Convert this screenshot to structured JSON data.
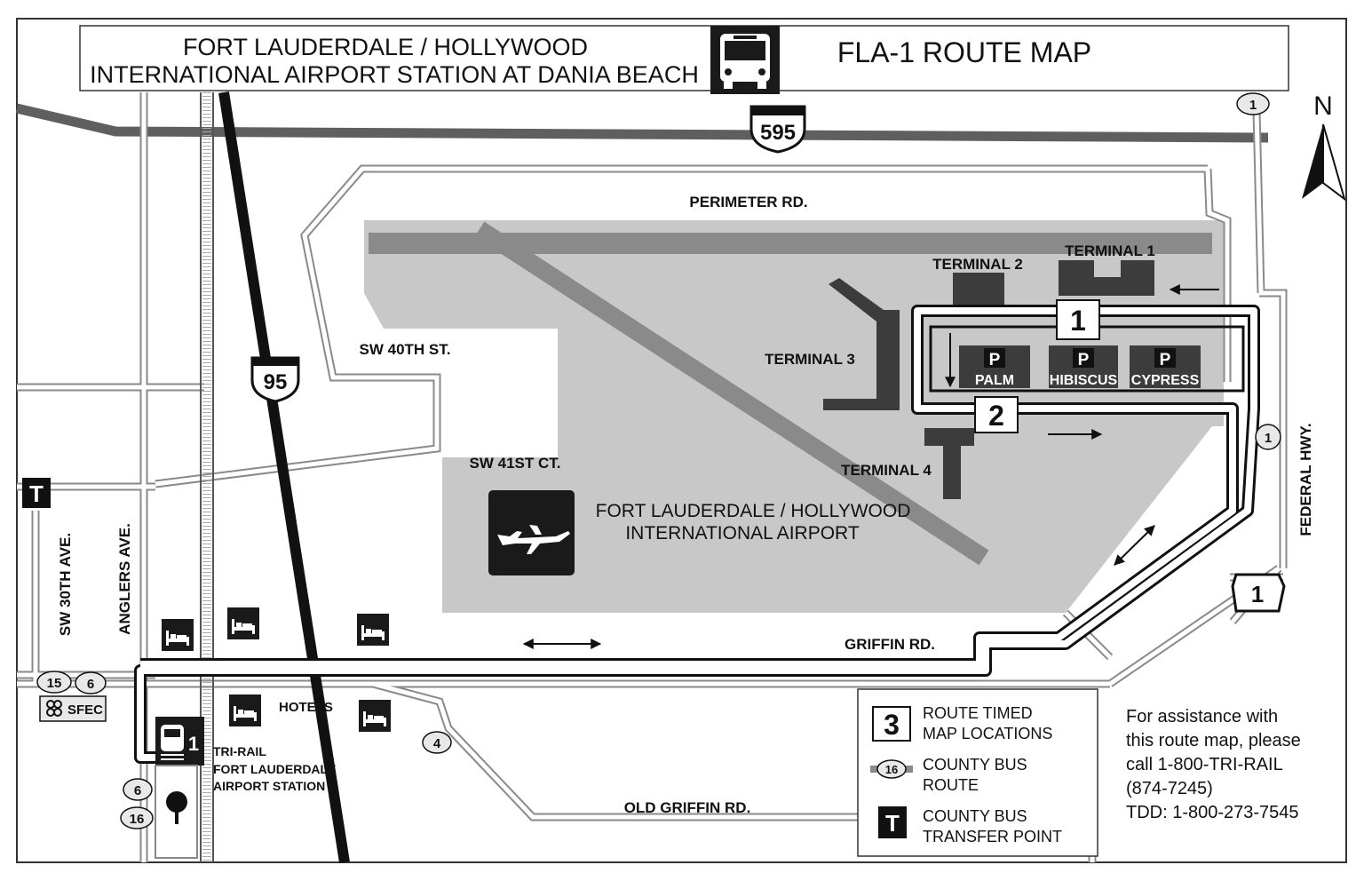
{
  "header": {
    "station_line1": "FORT LAUDERDALE / HOLLYWOOD",
    "station_line2": "INTERNATIONAL AIRPORT STATION AT DANIA BEACH",
    "route_title": "FLA-1 ROUTE  MAP"
  },
  "compass": {
    "label": "N"
  },
  "highways": {
    "i595": "595",
    "i95": "95",
    "us1": "1"
  },
  "roads": {
    "perimeter": "PERIMETER RD.",
    "sw40": "SW 40TH ST.",
    "sw41": "SW 41ST CT.",
    "griffin": "GRIFFIN RD.",
    "old_griffin": "OLD GRIFFIN RD.",
    "federal": "FEDERAL HWY.",
    "sw30": "SW 30TH AVE.",
    "anglers": "ANGLERS AVE."
  },
  "terminals": {
    "t1": "TERMINAL 1",
    "t2": "TERMINAL 2",
    "t3": "TERMINAL 3",
    "t4": "TERMINAL 4"
  },
  "parking": {
    "symbol": "P",
    "palm": "PALM",
    "hibiscus": "HIBISCUS",
    "cypress": "CYPRESS"
  },
  "timed_points": {
    "p1": "1",
    "p2": "2",
    "p_station": "1"
  },
  "airport": {
    "line1": "FORT LAUDERDALE / HOLLYWOOD",
    "line2": "INTERNATIONAL AIRPORT"
  },
  "bus_routes": {
    "r1a": "1",
    "r1b": "1",
    "r15": "15",
    "r6a": "6",
    "r6b": "6",
    "r16": "16",
    "r4": "4"
  },
  "transfer": {
    "symbol": "T"
  },
  "sfec": "SFEC",
  "hotels": "HOTELS",
  "station": {
    "line1": "TRI-RAIL",
    "line2": "FORT LAUDERDALE",
    "line3": "AIRPORT STATION"
  },
  "legend": {
    "timed_num": "3",
    "timed_line1": "ROUTE TIMED",
    "timed_line2": "MAP LOCATIONS",
    "bus_num": "16",
    "bus_line1": "COUNTY BUS",
    "bus_line2": "ROUTE",
    "transfer_symbol": "T",
    "transfer_line1": "COUNTY BUS",
    "transfer_line2": "TRANSFER POINT"
  },
  "assistance": {
    "line1": "For assistance with",
    "line2": "this route map, please",
    "line3": "call 1-800-TRI-RAIL",
    "line4": "(874-7245)",
    "line5": "TDD: 1-800-273-7545"
  }
}
